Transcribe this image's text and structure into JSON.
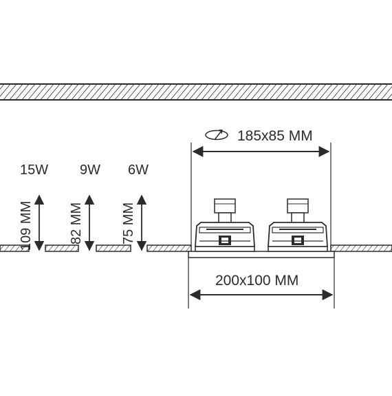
{
  "diagram": {
    "cutout_label": "185x85 MM",
    "frame_label": "200x100 MM",
    "variants": [
      {
        "power": "15W",
        "height": "109 MM"
      },
      {
        "power": "9W",
        "height": "82 MM"
      },
      {
        "power": "6W",
        "height": "75 MM"
      }
    ],
    "line_color": "#2b2b2b",
    "fixture_fill": "#ffffff"
  }
}
